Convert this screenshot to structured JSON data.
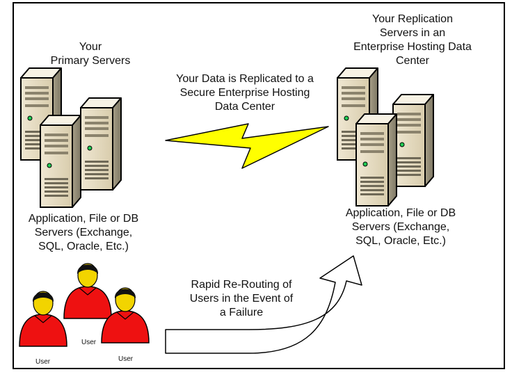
{
  "primary": {
    "title": "Your\nPrimary Servers",
    "caption": "Application, File or DB\nServers (Exchange,\nSQL, Oracle, Etc.)",
    "icon": "server-stack-icon"
  },
  "replication": {
    "title": "Your Replication\nServers in an\nEnterprise Hosting Data\nCenter",
    "caption": "Application, File or DB\nServers (Exchange,\nSQL, Oracle, Etc.)",
    "icon": "server-stack-icon"
  },
  "link": {
    "label": "Your Data is Replicated to a\nSecure Enterprise Hosting\nData Center",
    "icon": "lightning-bolt-icon",
    "color": "#ffff00"
  },
  "rerouting": {
    "label": "Rapid Re-Routing of\nUsers in the Event of\na Failure",
    "icon": "curved-arrow-icon"
  },
  "users": {
    "labels": [
      "User",
      "User",
      "User"
    ],
    "icon": "user-icon",
    "color": "#ee1111"
  }
}
